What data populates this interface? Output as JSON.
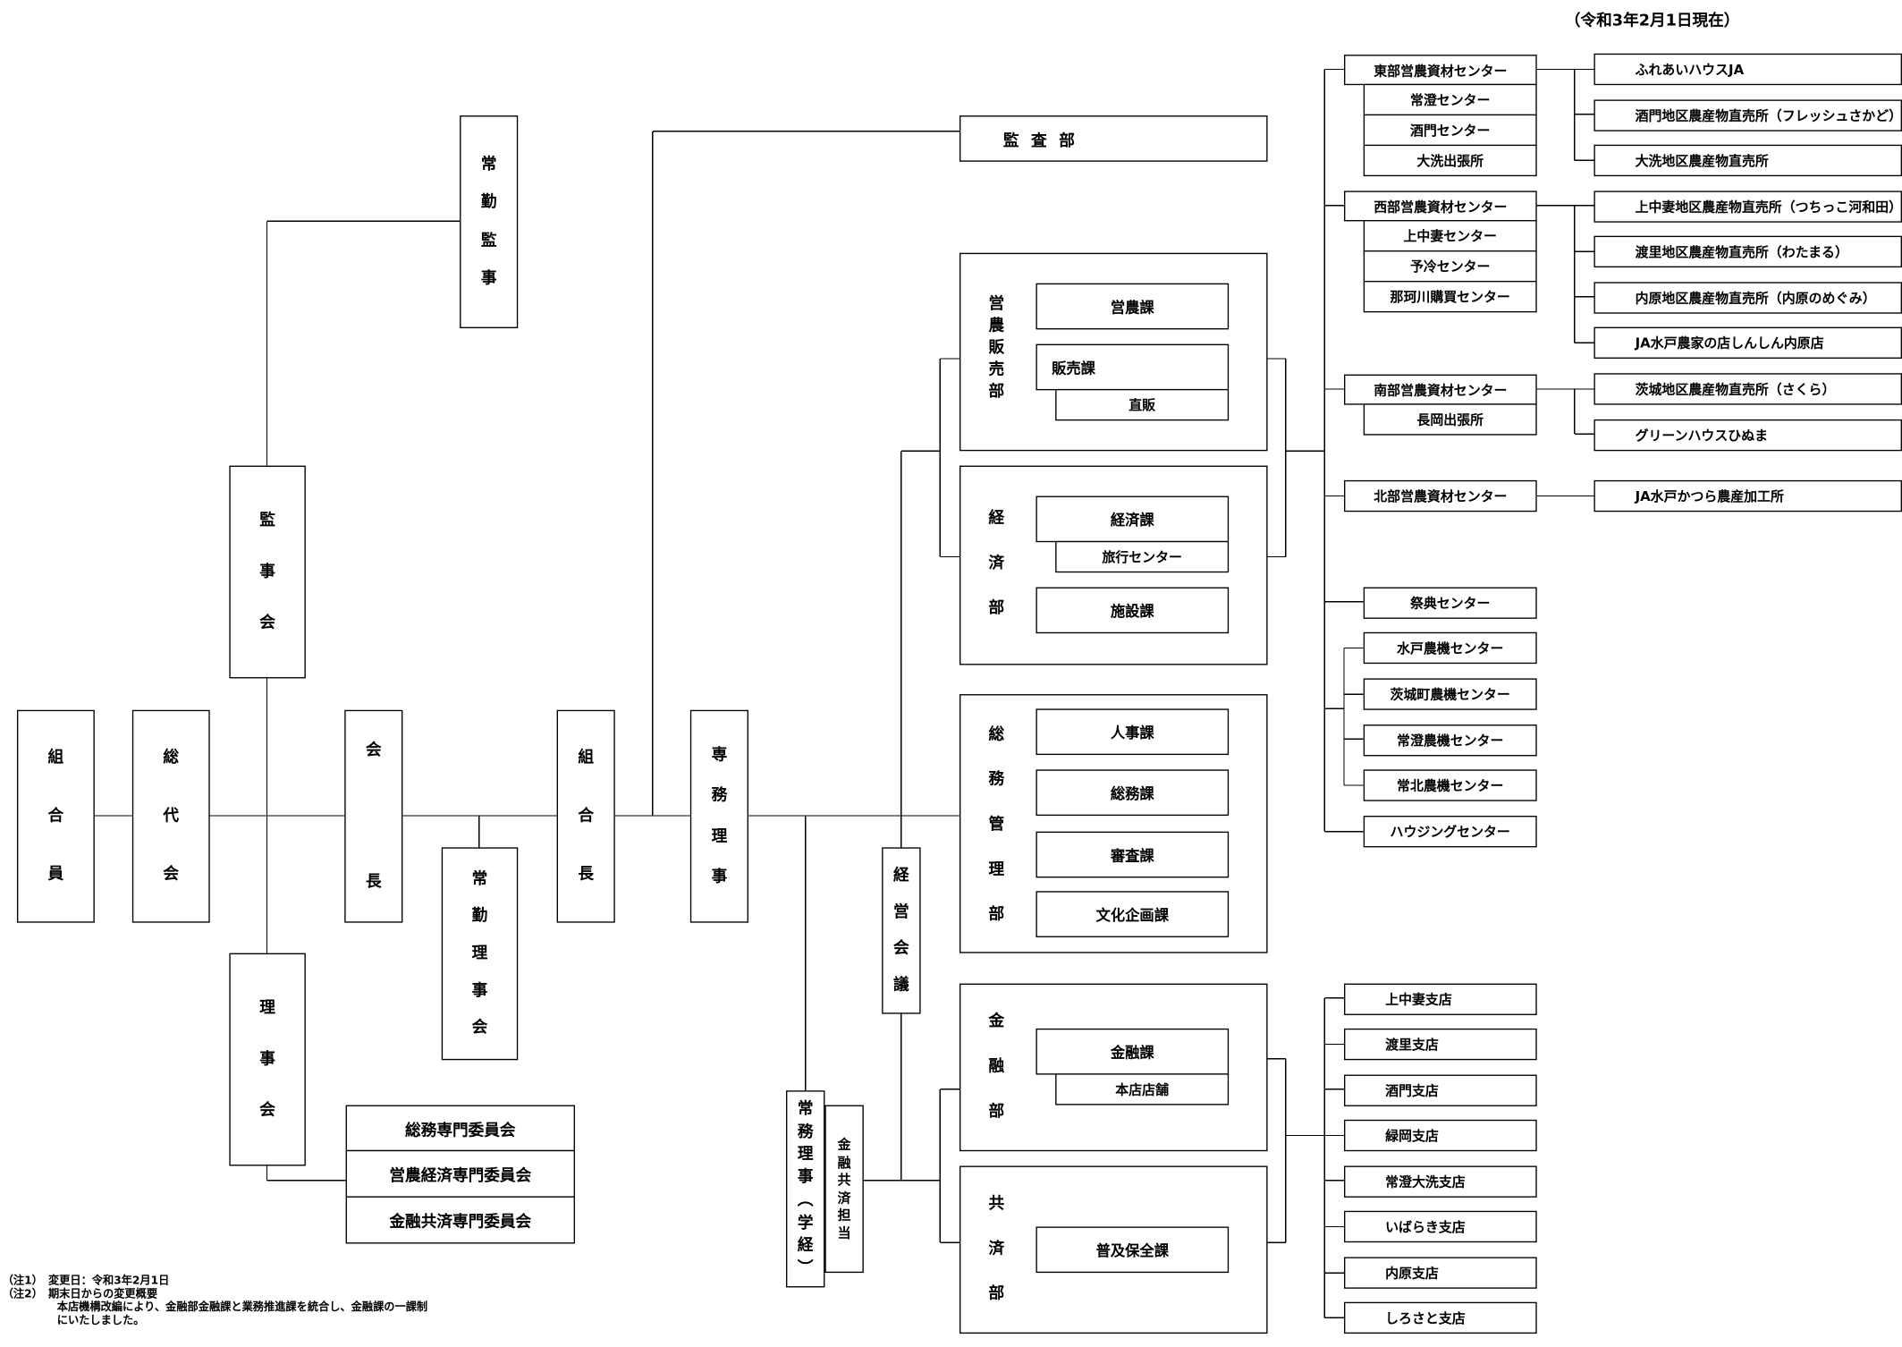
{
  "date": "（令和3年2月1日現在）",
  "main_chain": {
    "kumiaiin": "組合員",
    "sodaikai": "総代会",
    "kaicho": "会長",
    "kumiaicho": "組合長",
    "senmu_riji": "専務理事"
  },
  "kansa": {
    "jokin_kanji": "常勤監事",
    "kanjikai": "監事会",
    "kansabu": "監査部"
  },
  "riji": {
    "rijikai": "理事会",
    "jokin_rijikai": "常勤理事会",
    "committees": [
      "総務専門委員会",
      "営農経済専門委員会",
      "金融共済専門委員会"
    ]
  },
  "management": {
    "keiei_kaigi": "経営会議",
    "jomu_riji": "常務理事（学経）",
    "kinyu_kyosai_tanto": "金融共済担当"
  },
  "departments": {
    "einou_hanbai": {
      "name": "営農販売部",
      "einou": "営農課",
      "hanbai": "販売課",
      "chokuhan": "直販"
    },
    "keizai": {
      "name": "経済部",
      "keizai_ka": "経済課",
      "travel": "旅行センター",
      "shisetsu": "施設課"
    },
    "somu": {
      "name": "総務管理部",
      "sections": [
        "人事課",
        "総務課",
        "審査課",
        "文化企画課"
      ]
    },
    "kinyu": {
      "name": "金融部",
      "kinyu_ka": "金融課",
      "honten": "本店店舗"
    },
    "kyosai": {
      "name": "共済部",
      "fukyu": "普及保全課"
    }
  },
  "centers": {
    "east": {
      "name": "東部営農資材センター",
      "subs": [
        "常澄センター",
        "酒門センター",
        "大洗出張所"
      ]
    },
    "west": {
      "name": "西部営農資材センター",
      "subs": [
        "上中妻センター",
        "予冷センター",
        "那珂川購買センター"
      ]
    },
    "south": {
      "name": "南部営農資材センター",
      "subs": [
        "長岡出張所"
      ]
    },
    "north": {
      "name": "北部営農資材センター"
    },
    "saiten": "祭典センター",
    "farm_machinery": [
      "水戸農機センター",
      "茨城町農機センター",
      "常澄農機センター",
      "常北農機センター"
    ],
    "housing": "ハウジングセンター"
  },
  "outlets": {
    "east": [
      "ふれあいハウスJA",
      "酒門地区農産物直売所（フレッシュさかど）",
      "大洗地区農産物直売所"
    ],
    "west": [
      "上中妻地区農産物直売所（つちっこ河和田）",
      "渡里地区農産物直売所（わたまる）",
      "内原地区農産物直売所（内原のめぐみ）",
      "JA水戸農家の店しんしん内原店"
    ],
    "south": [
      "茨城地区農産物直売所（さくら）",
      "グリーンハウスひぬま"
    ],
    "north": "JA水戸かつら農産加工所"
  },
  "branches": [
    "上中妻支店",
    "渡里支店",
    "酒門支店",
    "緑岡支店",
    "常澄大洗支店",
    "いばらき支店",
    "内原支店",
    "しろさと支店"
  ],
  "notes": [
    "（注1）　変更日：令和3年2月1日",
    "（注2）　期末日からの変更概要",
    "　　　　　本店機構改編により、金融部金融課と業務推進課を統合し、金融課の一課制",
    "　　　　　にいたしました。"
  ]
}
